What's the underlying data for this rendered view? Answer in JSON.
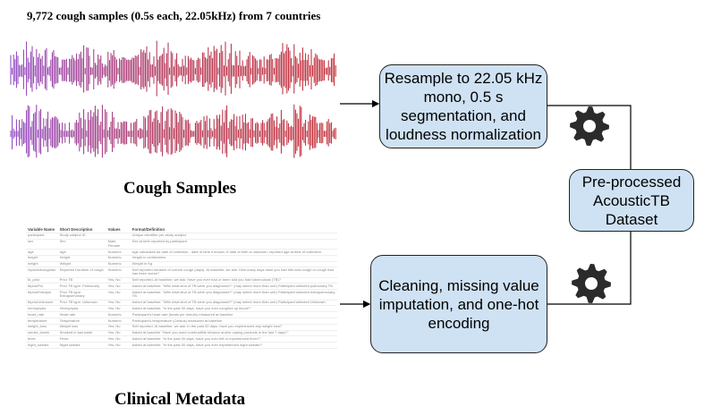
{
  "title": "9,772 cough samples (0.5s each, 22.05kHz) from 7 countries",
  "cough_label": "Cough Samples",
  "metadata_label": "Clinical Metadata",
  "steps": {
    "resample": "Resample to 22.05 kHz mono, 0.5 s segmentation, and loudness normalization",
    "dataset": "Pre-processed AcousticTB Dataset",
    "cleaning": "Cleaning, missing value imputation, and one-hot encoding"
  },
  "icons": [
    "gear-icon",
    "gear-icon"
  ],
  "colors": {
    "box_fill": "#cfe2f3",
    "wave_start": "#8a3fc0",
    "wave_end": "#c0202a"
  },
  "table": {
    "headers": [
      "Variable Name",
      "Short Description",
      "Values",
      "Format/Definition"
    ],
    "rows": [
      [
        "participant",
        "Study subject ID",
        "",
        "Unique identifier per study subject"
      ],
      [
        "sex",
        "Sex",
        "Male, Female",
        "Sex at birth reported by participant"
      ],
      [
        "age",
        "Age",
        "Numeric",
        "Age calculated as date of collection - date of birth if known. If date of birth is unknown, reported age at time of collection."
      ],
      [
        "height",
        "Height",
        "Numeric",
        "Height in centimeters"
      ],
      [
        "weight",
        "Weight",
        "Numeric",
        "Weight in Kg"
      ],
      [
        "reportedcoughdur",
        "Reported Duration of cough",
        "Numeric",
        "Self reported duration of current cough (days). At baseline, we ask: How many days have you had this new cough or cough that has been worse?"
      ],
      [
        "tb_prior",
        "Prior TB",
        "Yes, No",
        "Self reported. At baseline, we ask: Have you ever had or been told you had tuberculosis (TB)?"
      ],
      [
        "tbpriorPul",
        "Prior TB type: Pulmonary",
        "Yes, No",
        "Asked at baseline: \"With what kind of TB were you diagnosed?\" (may select more than one) Participant selected pulmonary TB."
      ],
      [
        "tbpriorExtrapul",
        "Prior TB type: Extrapulmonary",
        "Yes, No",
        "Asked at baseline: \"With what kind of TB were you diagnosed?\" (may select more than one) Participant selected extrapulmonary TB."
      ],
      [
        "tbpriorUnknown",
        "Prior TB type: Unknown",
        "Yes, No",
        "Asked at baseline: \"With what kind of TB were you diagnosed?\" (may select more than one) Participant selected Unknown."
      ],
      [
        "hemoptysis",
        "Hemoptysis",
        "Yes, No",
        "Asked at baseline: \"In the past 30 days, have you ever coughed up blood?\""
      ],
      [
        "heart_rate",
        "Heart rate",
        "Numeric",
        "Participant's heart rate (beats per minute) measured at baseline"
      ],
      [
        "temperature",
        "Temperature",
        "Numeric",
        "Participant's temperature (Celsius) measured at baseline."
      ],
      [
        "weight_loss",
        "Weight loss",
        "Yes, No",
        "Self reported. At baseline, we ask: In the past 30 days, have you experienced any weight loss?"
      ],
      [
        "smoke_lweek",
        "Smoked in last week",
        "Yes, No",
        "Asked at baseline \"Have you used combustible tobacco and/or vaping products in the last 7 days?\""
      ],
      [
        "fever",
        "Fever",
        "Yes, No",
        "Asked at baseline: \"In the past 30 days, have you ever felt or experienced fever?\""
      ],
      [
        "night_sweats",
        "Night sweats",
        "Yes, No",
        "Asked at baseline: \"In the past 30 days, have you ever experienced night sweats?\""
      ]
    ]
  }
}
